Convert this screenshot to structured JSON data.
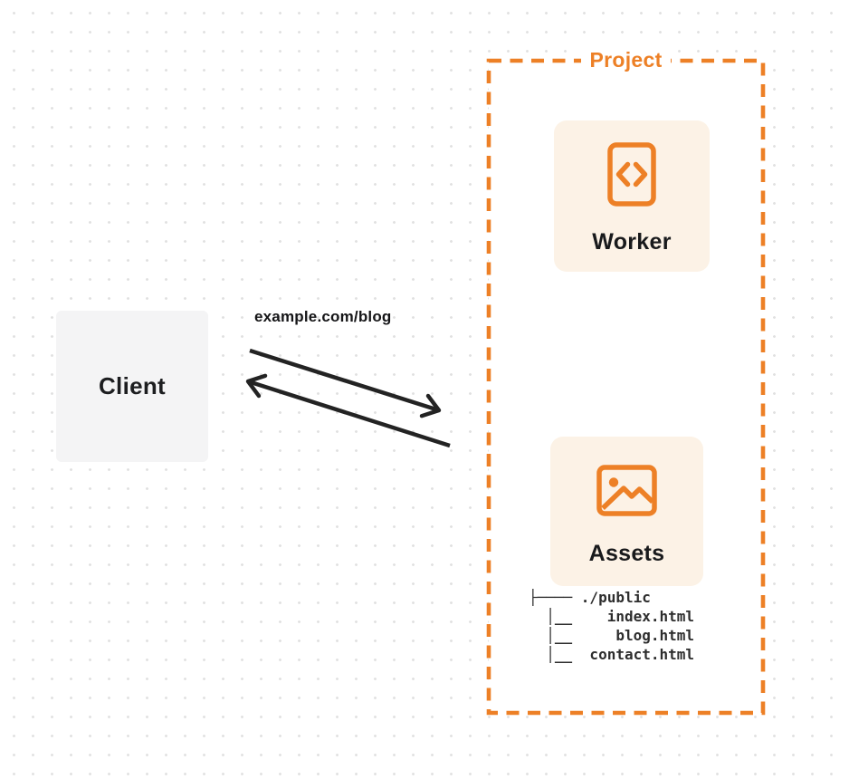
{
  "colors": {
    "accent_orange": "#ED8026",
    "card_peach": "#FCF2E6",
    "arrow_dark": "#232323",
    "client_gray": "#F4F4F5",
    "dot_grid_gray": "#E1E1E1",
    "label_dark": "#191A1C"
  },
  "client": {
    "label": "Client"
  },
  "request": {
    "url": "example.com/blog"
  },
  "project": {
    "label": "Project",
    "worker": {
      "label": "Worker",
      "icon": "code-brackets-icon"
    },
    "assets": {
      "label": "Assets",
      "icon": "image-icon",
      "file_tree": "├──── ./public\n  │__    index.html\n  │__     blog.html\n  │__  contact.html"
    }
  }
}
